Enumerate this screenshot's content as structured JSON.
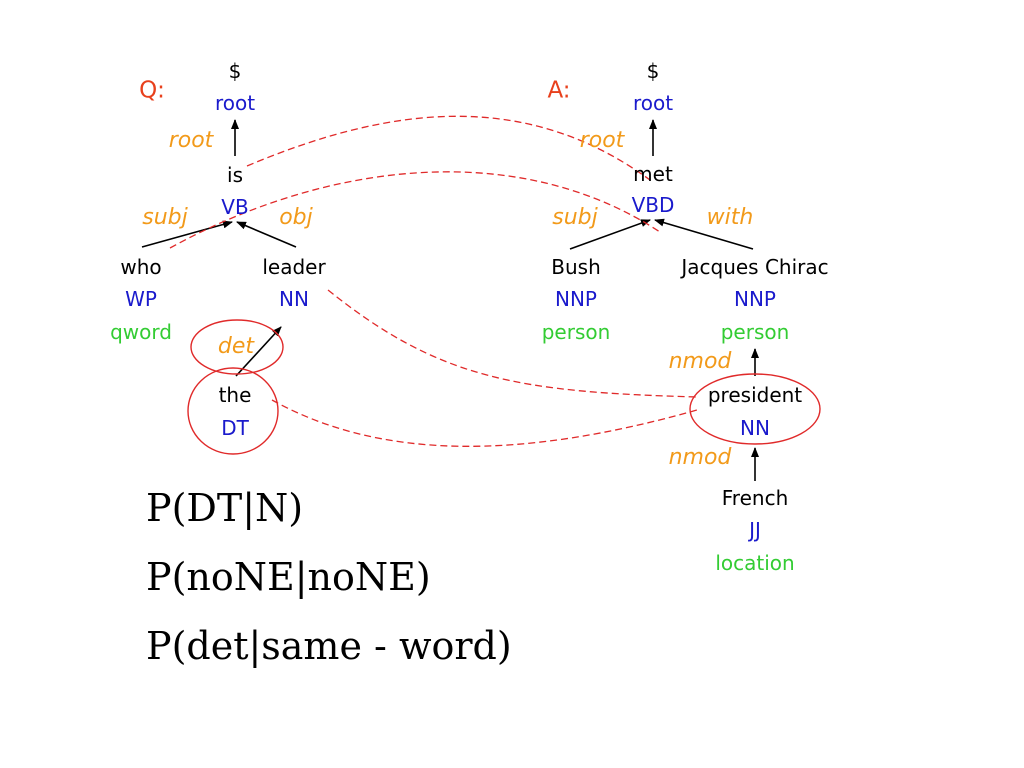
{
  "colors": {
    "word": "#000000",
    "pos": "#1a1acc",
    "named_entity": "#33cc33",
    "relation": "#f29a1a",
    "marker": "#e8401c",
    "alignment_line": "#e02a2a"
  },
  "question": {
    "marker": "Q:",
    "top": {
      "symbol": "$",
      "pos": "root"
    },
    "rel_root": "root",
    "is": {
      "word": "is",
      "pos": "VB"
    },
    "rel_subj": "subj",
    "rel_obj": "obj",
    "who": {
      "word": "who",
      "pos": "WP",
      "ne": "qword"
    },
    "leader": {
      "word": "leader",
      "pos": "NN"
    },
    "rel_det": "det",
    "the": {
      "word": "the",
      "pos": "DT"
    }
  },
  "answer": {
    "marker": "A:",
    "top": {
      "symbol": "$",
      "pos": "root"
    },
    "rel_root": "root",
    "met": {
      "word": "met",
      "pos": "VBD"
    },
    "rel_subj": "subj",
    "rel_with": "with",
    "bush": {
      "word": "Bush",
      "pos": "NNP",
      "ne": "person"
    },
    "chirac": {
      "word": "Jacques Chirac",
      "pos": "NNP",
      "ne": "person"
    },
    "rel_nmod_upper": "nmod",
    "president": {
      "word": "president",
      "pos": "NN"
    },
    "rel_nmod_lower": "nmod",
    "french": {
      "word": "French",
      "pos": "JJ",
      "ne": "location"
    }
  },
  "formulas": [
    "P(DT|N)",
    "P(noNE|noNE)",
    "P(det|same - word)"
  ]
}
